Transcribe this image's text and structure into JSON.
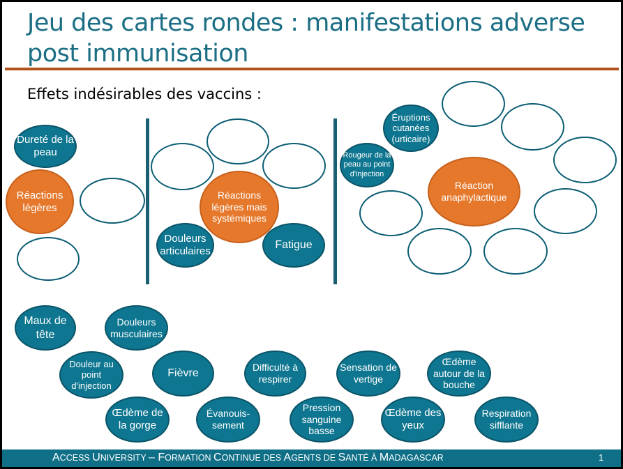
{
  "slide": {
    "title": "Jeu des cartes rondes : manifestations adverse post immunisation",
    "subtitle": "Effets indésirables des vaccins :",
    "page_number": "1"
  },
  "groups": {
    "light": {
      "center": "Réactions légères",
      "items": [
        "Dureté de la peau"
      ]
    },
    "systemic": {
      "center": "Réactions légères mais systémiques",
      "items": [
        "Douleurs articulaires",
        "Fatigue"
      ]
    },
    "anaphylaxis": {
      "center": "Réaction anaphylactique",
      "items": [
        "Éruptions cutanées (urticaire)",
        "Rougeur de la peau au point d'injection"
      ]
    }
  },
  "cards": [
    "Maux de tête",
    "Douleurs musculaires",
    "Douleur au point d'injection",
    "Fièvre",
    "Difficulté à respirer",
    "Sensation de vertige",
    "Œdème autour de la bouche",
    "Œdème de la gorge",
    "Évanouis-sement",
    "Pression sanguine basse",
    "Œdème des yeux",
    "Respiration sifflante"
  ],
  "footer": {
    "parts": [
      {
        "t": "A",
        "c": "sc"
      },
      {
        "t": "CCESS ",
        "c": "small"
      },
      {
        "t": "U",
        "c": "sc"
      },
      {
        "t": "NIVERSITY ",
        "c": "small"
      },
      {
        "t": "– ",
        "c": "sc"
      },
      {
        "t": "F",
        "c": "sc"
      },
      {
        "t": "ORMATION ",
        "c": "small"
      },
      {
        "t": "C",
        "c": "sc"
      },
      {
        "t": "ONTINUE DES ",
        "c": "small"
      },
      {
        "t": "A",
        "c": "sc"
      },
      {
        "t": "GENTS DE ",
        "c": "small"
      },
      {
        "t": "S",
        "c": "sc"
      },
      {
        "t": "ANTÉ À ",
        "c": "small"
      },
      {
        "t": "M",
        "c": "sc"
      },
      {
        "t": "ADAGASCAR",
        "c": "small"
      }
    ]
  },
  "colors": {
    "teal": "#0e7690",
    "orange": "#e5782b",
    "title": "#1b6e84",
    "rule": "#b0521a",
    "footer": "#0e6f87"
  }
}
